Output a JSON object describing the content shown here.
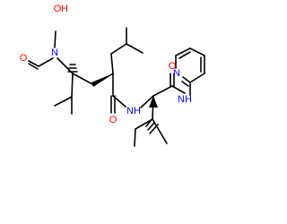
{
  "structure": {
    "colors": {
      "bond": "#000000",
      "oxygen": "#ff0000",
      "nitrogen": "#0000ff"
    },
    "labels": {
      "hydroxyl": "O",
      "hydroxyl_h": "H",
      "n_formyl": "N",
      "o_formyl": "O",
      "o_amide1": "O",
      "nh_amide1": "NH",
      "o_amide2": "O",
      "nh_amide2": "NH",
      "n_pyridine": "N"
    }
  }
}
